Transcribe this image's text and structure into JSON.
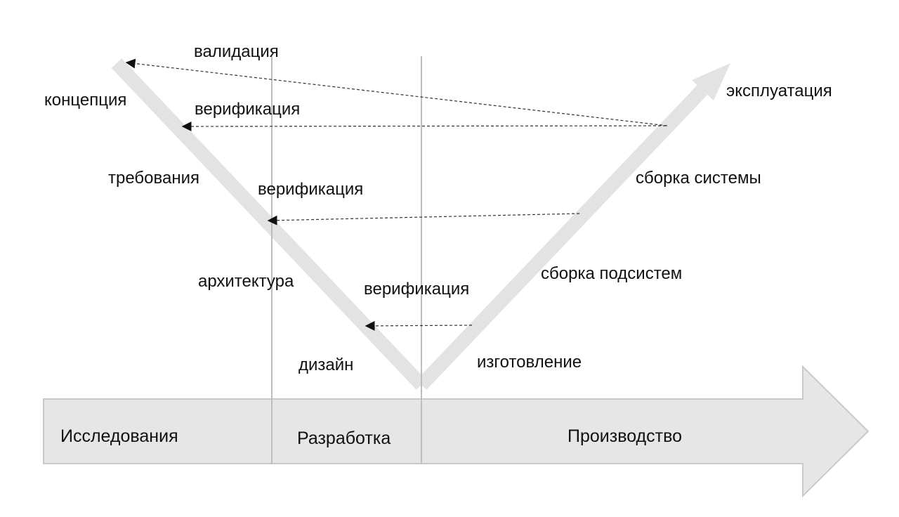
{
  "colors": {
    "v_shape": "#e3e3e3",
    "phase_arrow_fill": "#e6e6e6",
    "phase_arrow_stroke": "#c9c9c9",
    "divider": "#bdbdbd",
    "dashed": "#333333",
    "text": "#111111"
  },
  "left_branch": {
    "concept": "концепция",
    "requirements": "требования",
    "architecture": "архитектура",
    "design": "дизайн"
  },
  "right_branch": {
    "operation": "эксплуатация",
    "system_assembly": "сборка системы",
    "subsystem_assembly": "сборка подсистем",
    "manufacturing": "изготовление"
  },
  "checks": {
    "validation": "валидация",
    "verification_1": "верификация",
    "verification_2": "верификация",
    "verification_3": "верификация"
  },
  "phases": {
    "research": "Исследования",
    "development": "Разработка",
    "production": "Производство"
  }
}
